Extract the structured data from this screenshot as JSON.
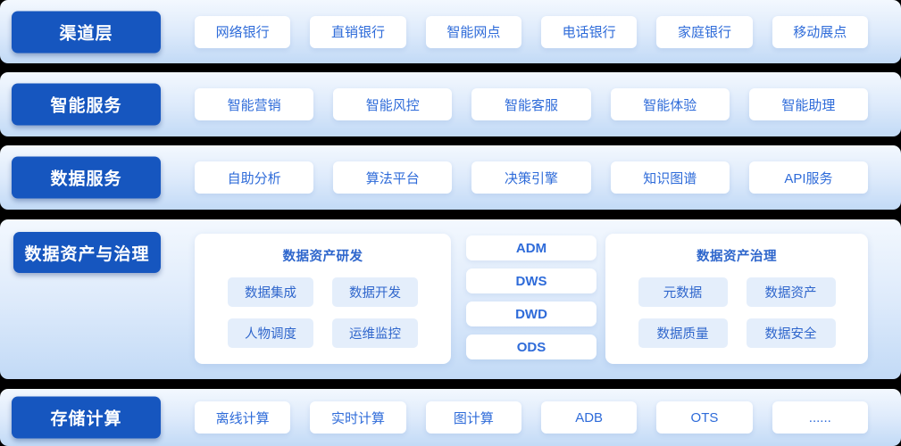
{
  "colors": {
    "page_bg": "#000000",
    "band_top": "#f3f8fe",
    "band_mid": "#ddeafb",
    "band_bottom": "#c2daf6",
    "label_bg": "#1656bf",
    "label_text": "#ffffff",
    "item_bg": "#ffffff",
    "item_text": "#2e6bd9",
    "sub_item_bg": "#e4eefb",
    "sub_item_text": "#2f66cc",
    "card_title_text": "#2e66cc"
  },
  "layers": [
    {
      "label": "渠道层",
      "items": [
        "网络银行",
        "直销银行",
        "智能网点",
        "电话银行",
        "家庭银行",
        "移动展点"
      ]
    },
    {
      "label": "智能服务",
      "items": [
        "智能营销",
        "智能风控",
        "智能客服",
        "智能体验",
        "智能助理"
      ]
    },
    {
      "label": "数据服务",
      "items": [
        "自助分析",
        "算法平台",
        "决策引擎",
        "知识图谱",
        "API服务"
      ]
    },
    {
      "label": "数据资产与治理",
      "dev_card": {
        "title": "数据资产研发",
        "items": [
          "数据集成",
          "数据开发",
          "人物调度",
          "运维监控"
        ]
      },
      "warehouse_items": [
        "ADM",
        "DWS",
        "DWD",
        "ODS"
      ],
      "gov_card": {
        "title": "数据资产治理",
        "items": [
          "元数据",
          "数据资产",
          "数据质量",
          "数据安全"
        ]
      }
    },
    {
      "label": "存储计算",
      "items": [
        "离线计算",
        "实时计算",
        "图计算",
        "ADB",
        "OTS",
        "......"
      ]
    }
  ]
}
